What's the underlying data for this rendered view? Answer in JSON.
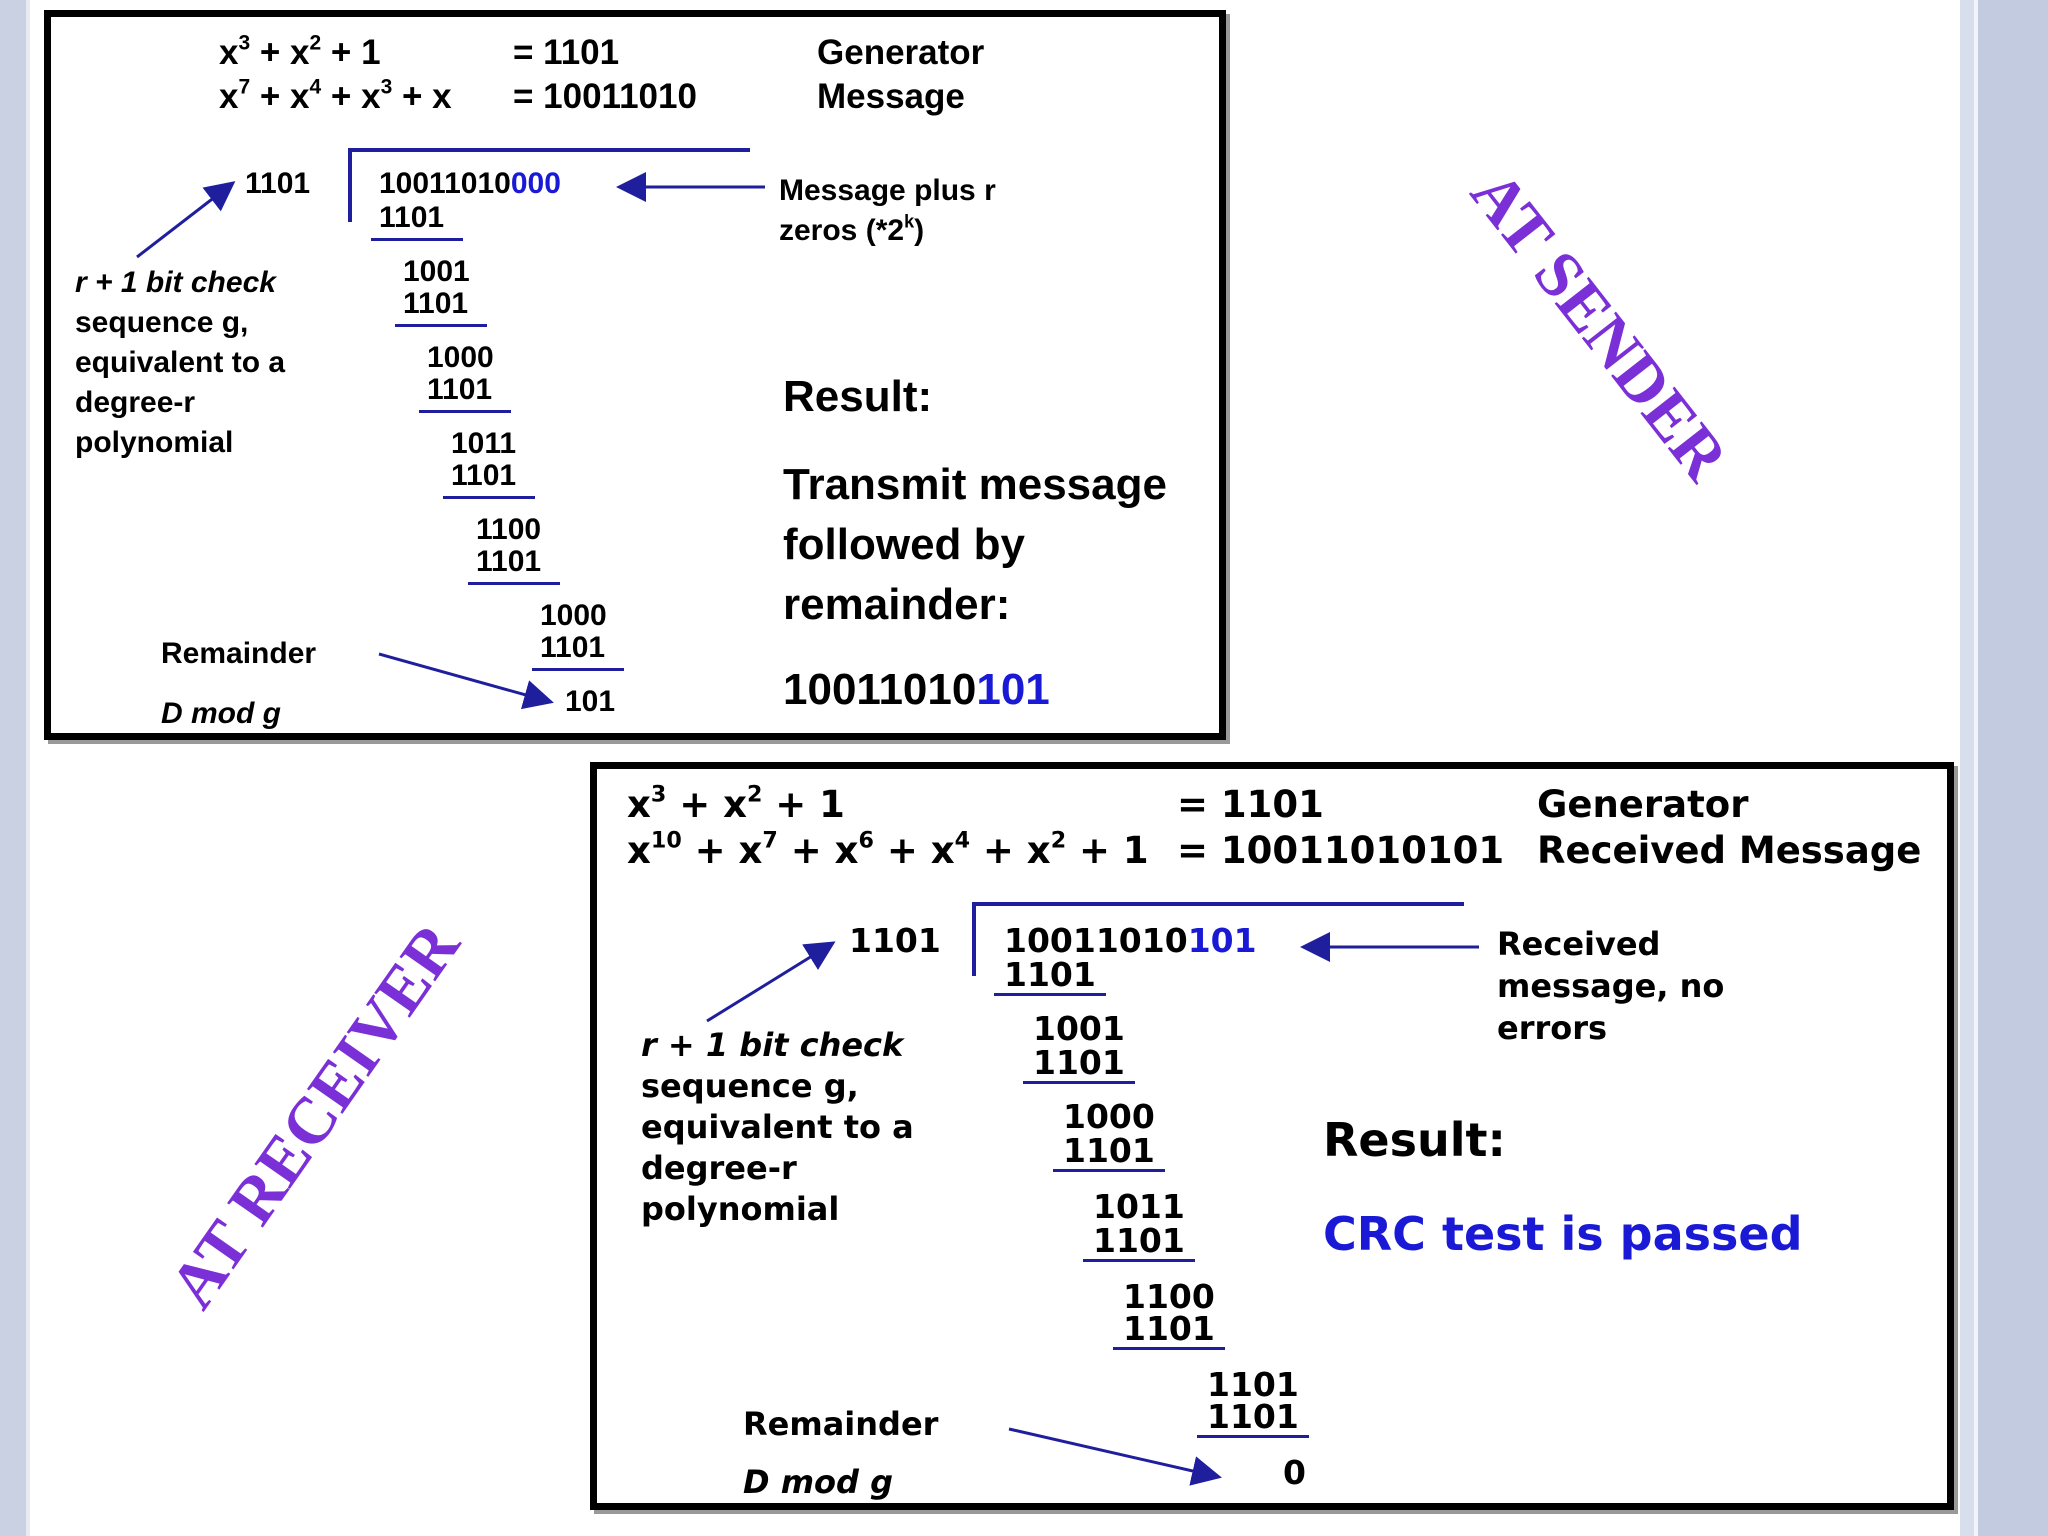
{
  "sender": {
    "generator_poly": "x³ + x² + 1",
    "generator_bits": "= 1101",
    "generator_label": "Generator",
    "message_poly": "x⁷ + x⁴ + x³ + x",
    "message_bits": "= 10011010",
    "message_label": "Message",
    "divisor": "1101",
    "dividend_main": "10011010",
    "dividend_zeros": "000",
    "note_message": "Message plus r zeros (*2ᵏ)",
    "note_message_line1": "Message plus r",
    "note_message_line2": "zeros (*2",
    "note_message_sup": "k",
    "note_message_end": ")",
    "steps": [
      "1101",
      "1001",
      "1101",
      "1000",
      "1101",
      "1011",
      "1101",
      "1100",
      "1101",
      "1000",
      "1101"
    ],
    "remainder_value": "101",
    "check_note_line1": "r + 1 bit check",
    "check_note_line2": "sequence g,",
    "check_note_line3": "equivalent to a",
    "check_note_line4": "degree-r",
    "check_note_line5": "polynomial",
    "remainder_label": "Remainder",
    "dmod_label": "D mod g",
    "result_title": "Result:",
    "result_text_line1": "Transmit message",
    "result_text_line2": "followed by",
    "result_text_line3": "remainder:",
    "result_code_main": "10011010",
    "result_code_rem": "101"
  },
  "receiver": {
    "generator_poly": "x³ + x² + 1",
    "generator_bits": "= 1101",
    "generator_label": "Generator",
    "message_poly": "x¹⁰ + x⁷ + x⁶ + x⁴ + x² + 1",
    "message_bits": "= 10011010101",
    "message_label": "Received Message",
    "divisor": "1101",
    "dividend_main": "10011010",
    "dividend_rem": "101",
    "note_line1": "Received",
    "note_line2": "message, no",
    "note_line3": "errors",
    "steps": [
      "1101",
      "1001",
      "1101",
      "1000",
      "1101",
      "1011",
      "1101",
      "1100",
      "1101",
      "1101",
      "1101"
    ],
    "remainder_value": "0",
    "check_note_line1": "r + 1 bit check",
    "check_note_line2": "sequence g,",
    "check_note_line3": "equivalent to a",
    "check_note_line4": "degree-r",
    "check_note_line5": "polynomial",
    "remainder_label": "Remainder",
    "dmod_label": "D mod g",
    "result_title": "Result:",
    "result_text": "CRC test is passed"
  },
  "labels": {
    "sender": "AT SENDER",
    "receiver": "AT RECEIVER"
  },
  "colors": {
    "label_purple": "#7b2fd6",
    "highlight_blue": "#1a1ad6",
    "rule_navy": "#1f1f9e"
  }
}
